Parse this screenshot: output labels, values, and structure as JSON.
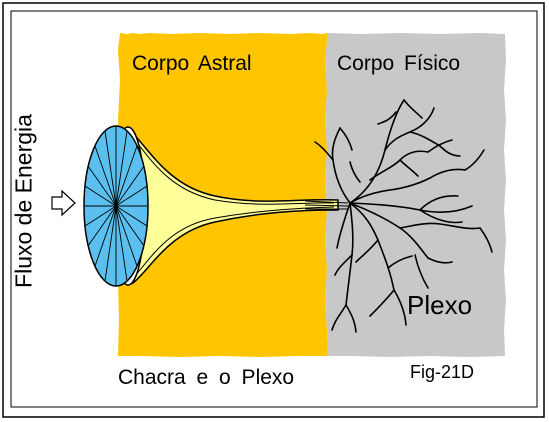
{
  "diagram": {
    "astral_label": "Corpo  Astral",
    "fisico_label": "Corpo  Físico",
    "fluxo_label": "Fluxo de Energia",
    "plexo_label": "Plexo",
    "caption": "Chacra  e  o  Plexo",
    "figure_id": "Fig-21D"
  },
  "colors": {
    "astral": "#FFC600",
    "fisico": "#C8C8C8",
    "chakra_disc": "#5BC0F0",
    "funnel": "#FFFF99",
    "lines": "#000000"
  },
  "icons": {
    "chakra": "chakra-disc-icon",
    "arrow": "energy-flow-arrow-icon",
    "plexus": "nerve-plexus-icon"
  }
}
